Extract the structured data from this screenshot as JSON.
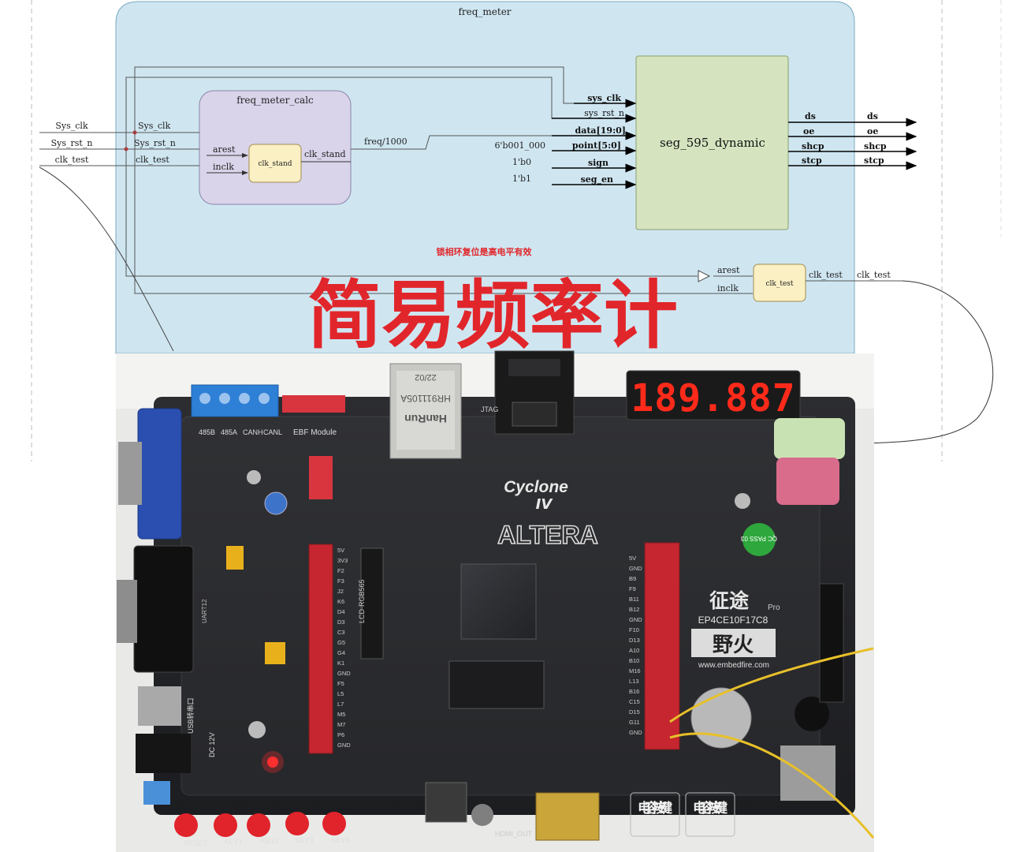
{
  "diagram": {
    "top_module": "freq_meter",
    "note_red": "锁相环复位是高电平有效",
    "big_title": "简易频率计",
    "inputs": [
      "Sys_clk",
      "Sys_rst_n",
      "clk_test"
    ],
    "calc_block": {
      "name": "freq_meter_calc",
      "ports_in": [
        "Sys_clk",
        "Sys_rst_n",
        "clk_test"
      ],
      "inner_ports": [
        "arest",
        "inclk"
      ],
      "inner_module": "clk_stand",
      "inner_out": "clk_stand",
      "out_wire": "freq/1000"
    },
    "seg_block": {
      "name": "seg_595_dynamic",
      "ports_in": [
        "sys_clk",
        "sys_rst_n",
        "data[19:0]",
        "point[5:0]",
        "sign",
        "seg_en"
      ],
      "constants": [
        "6'b001_000",
        "1'b0",
        "1'b1"
      ],
      "ports_out": [
        "ds",
        "oe",
        "shcp",
        "stcp"
      ],
      "out_labels": [
        "ds",
        "oe",
        "shcp",
        "stcp"
      ]
    },
    "pll_block": {
      "name": "clk_test",
      "ports_in": [
        "arest",
        "inclk"
      ],
      "out_port": "clk_test",
      "out_wire": "clk_test"
    }
  },
  "board": {
    "seg_display": "189.887",
    "brand_cyclone": "Cyclone",
    "brand_iv": "IV",
    "brand_altera": "ALTERA",
    "brand_zt": "征途",
    "brand_pro": "Pro",
    "chip_model": "EP4CE10F17C8",
    "brand_yehuo": "野火",
    "website": "www.embedfire.com",
    "connectors": [
      "485B",
      "485A",
      "CANH",
      "CANL"
    ],
    "ebf_module": "EBF Module",
    "jtag": "JTAG",
    "hanrun": "HanRun",
    "eth_model": "HR911105A",
    "date_code": "22/02",
    "lcd_label": "LCD-RGB565",
    "uart_label": "UART12",
    "usb_label": "USB转串口",
    "dc_label": "DC 12V",
    "qc_label": "QC PASS 03",
    "hdmi_label": "HDMI_OUT",
    "touch_keys": [
      "电容按键",
      "电容按键"
    ],
    "buttons": [
      "RESET",
      "KEY1",
      "KEY2",
      "KEY3",
      "KEY4"
    ],
    "left_header_labels": [
      "5V",
      "3V3",
      "F2",
      "F3",
      "J2",
      "K6",
      "D4",
      "D3",
      "C3",
      "G5",
      "G4",
      "K1",
      "GND",
      "F5",
      "L5",
      "L7",
      "M5",
      "M7",
      "P6",
      "GND"
    ],
    "right_header_labels": [
      "5V",
      "GND",
      "B9",
      "F9",
      "B11",
      "B12",
      "GND",
      "F10",
      "D13",
      "A10",
      "B10",
      "M16",
      "L13",
      "B16",
      "C15",
      "D15",
      "G11",
      "GND"
    ]
  }
}
